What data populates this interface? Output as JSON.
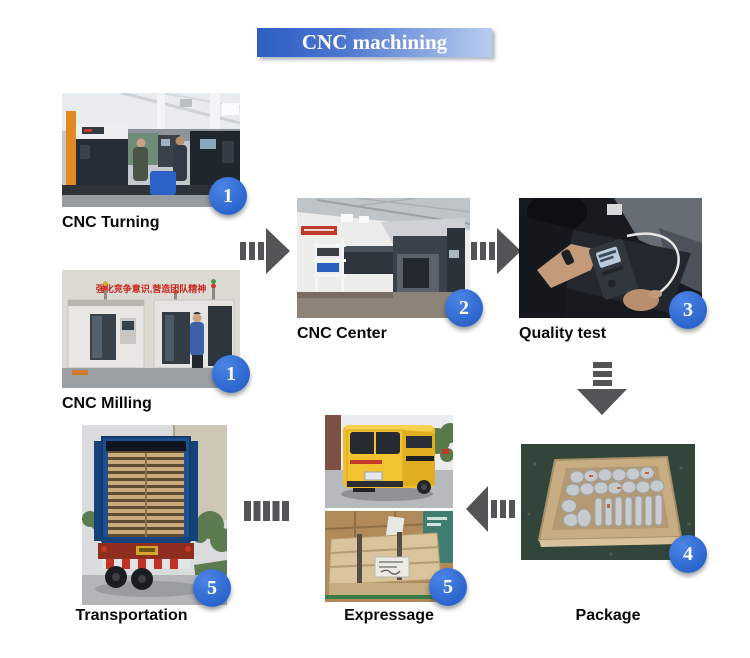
{
  "title": {
    "label": "CNC machining"
  },
  "colors": {
    "banner_left": "#2e5ec4",
    "banner_right": "#b9cdf0",
    "banner_text": "#ffffff",
    "badge_blue": "#2a63cb",
    "arrow_gray": "#545456",
    "label_text": "#0a0a0a",
    "slogan_red": "#c5281c"
  },
  "steps": [
    {
      "label": "CNC Turning",
      "badge": "1"
    },
    {
      "label": "CNC Milling",
      "badge": "1",
      "overlay_text": "强化竞争意识,营造团队精神"
    },
    {
      "label": "CNC Center",
      "badge": "2"
    },
    {
      "label": "Quality test",
      "badge": "3"
    },
    {
      "label": "Package",
      "badge": "4"
    },
    {
      "label": "Expressage",
      "badge": "5"
    },
    {
      "label": "Transportation",
      "badge": "5"
    }
  ]
}
